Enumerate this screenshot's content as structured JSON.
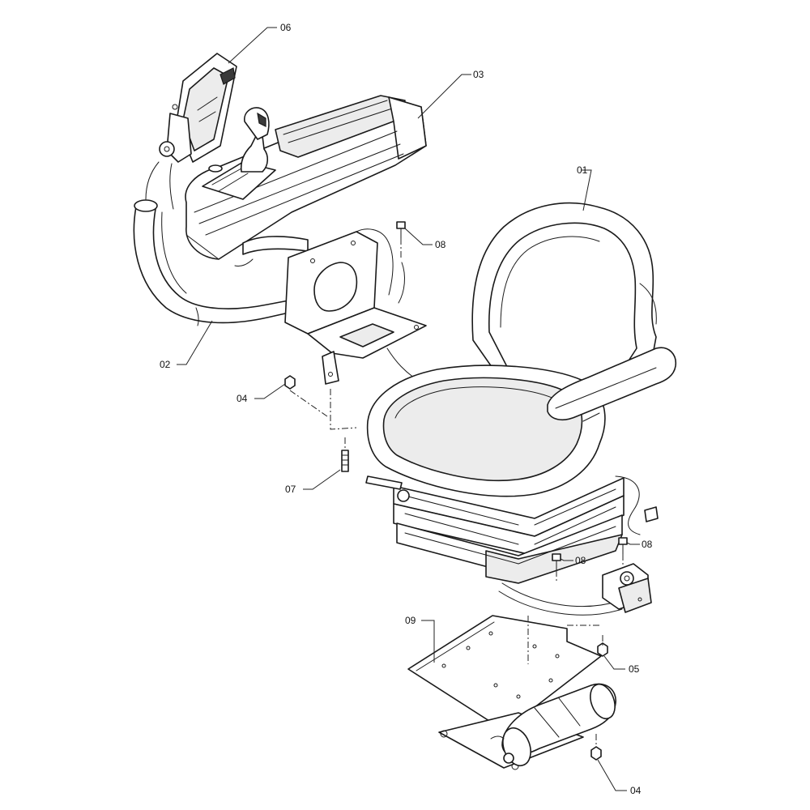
{
  "callouts": [
    {
      "id": "01",
      "label": "01"
    },
    {
      "id": "02",
      "label": "02"
    },
    {
      "id": "03",
      "label": "03"
    },
    {
      "id": "04a",
      "label": "04"
    },
    {
      "id": "04b",
      "label": "04"
    },
    {
      "id": "05",
      "label": "05"
    },
    {
      "id": "06",
      "label": "06"
    },
    {
      "id": "07",
      "label": "07"
    },
    {
      "id": "08a",
      "label": "08"
    },
    {
      "id": "08b",
      "label": "08"
    },
    {
      "id": "08c",
      "label": "08"
    },
    {
      "id": "09",
      "label": "09"
    }
  ],
  "colors": {
    "line": "#1a1a1a",
    "background": "#ffffff"
  }
}
